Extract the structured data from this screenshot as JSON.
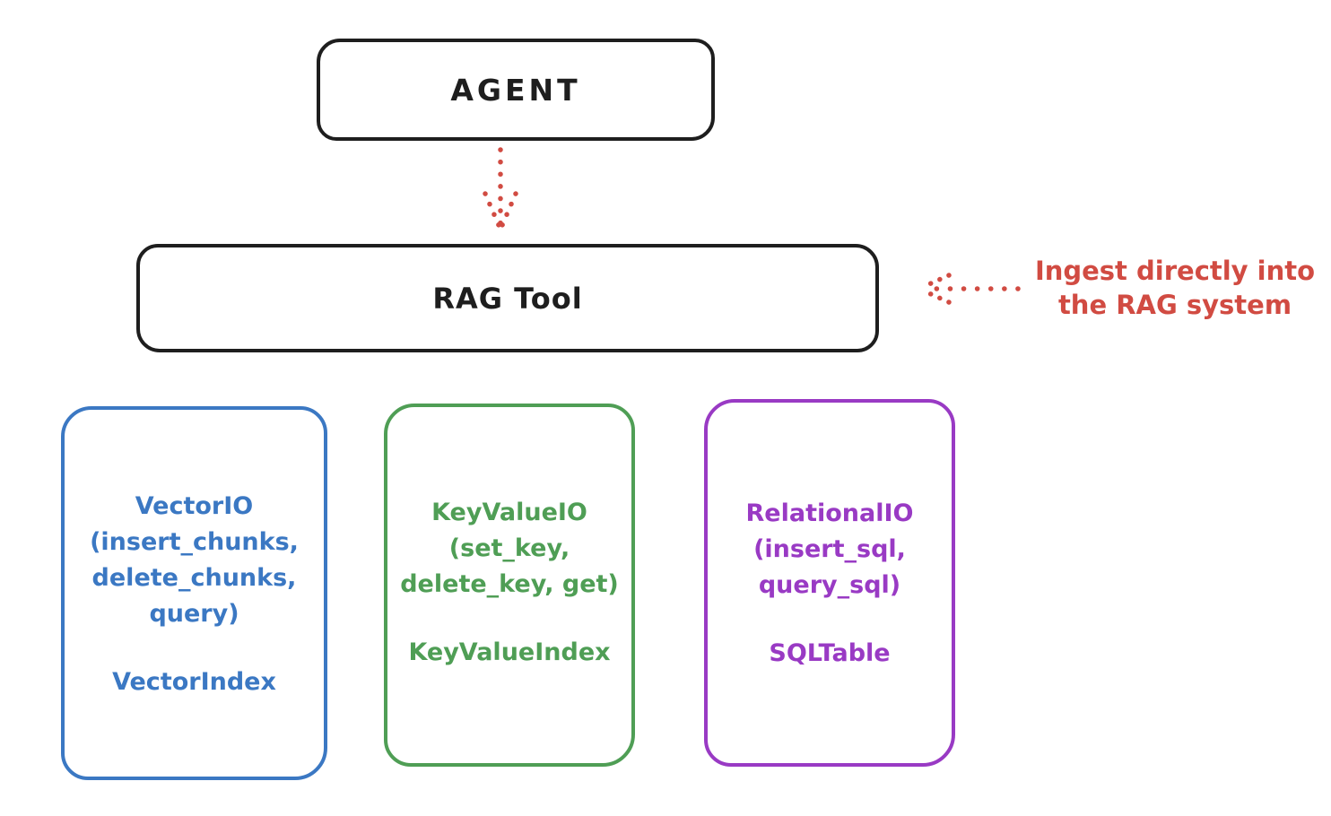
{
  "colors": {
    "ink": "#1e1e1e",
    "red": "#d14b42",
    "blue": "#3b78c3",
    "green": "#4f9e55",
    "purple": "#993ac4",
    "background": "#ffffff"
  },
  "agent": {
    "label": "AGENT"
  },
  "rag_tool": {
    "label": "RAG Tool"
  },
  "annotation": {
    "line1": "Ingest directly into",
    "line2": "the RAG system",
    "color": "#d14b42"
  },
  "storage_boxes": [
    {
      "id": "vector-io",
      "color": "#3b78c3",
      "lines": [
        "VectorIO",
        "(insert_chunks,",
        "delete_chunks,",
        "query)"
      ],
      "index_label": "VectorIndex"
    },
    {
      "id": "keyvalue-io",
      "color": "#4f9e55",
      "lines": [
        "KeyValueIO",
        "(set_key,",
        "delete_key, get)"
      ],
      "index_label": "KeyValueIndex"
    },
    {
      "id": "relational-io",
      "color": "#993ac4",
      "lines": [
        "RelationalIO",
        "(insert_sql,",
        "query_sql)"
      ],
      "index_label": "SQLTable"
    }
  ],
  "arrows": {
    "agent_to_rag": {
      "style": "dotted",
      "direction": "down",
      "color": "#d14b42"
    },
    "annotation_to_rag": {
      "style": "dotted",
      "direction": "left",
      "color": "#d14b42"
    }
  }
}
